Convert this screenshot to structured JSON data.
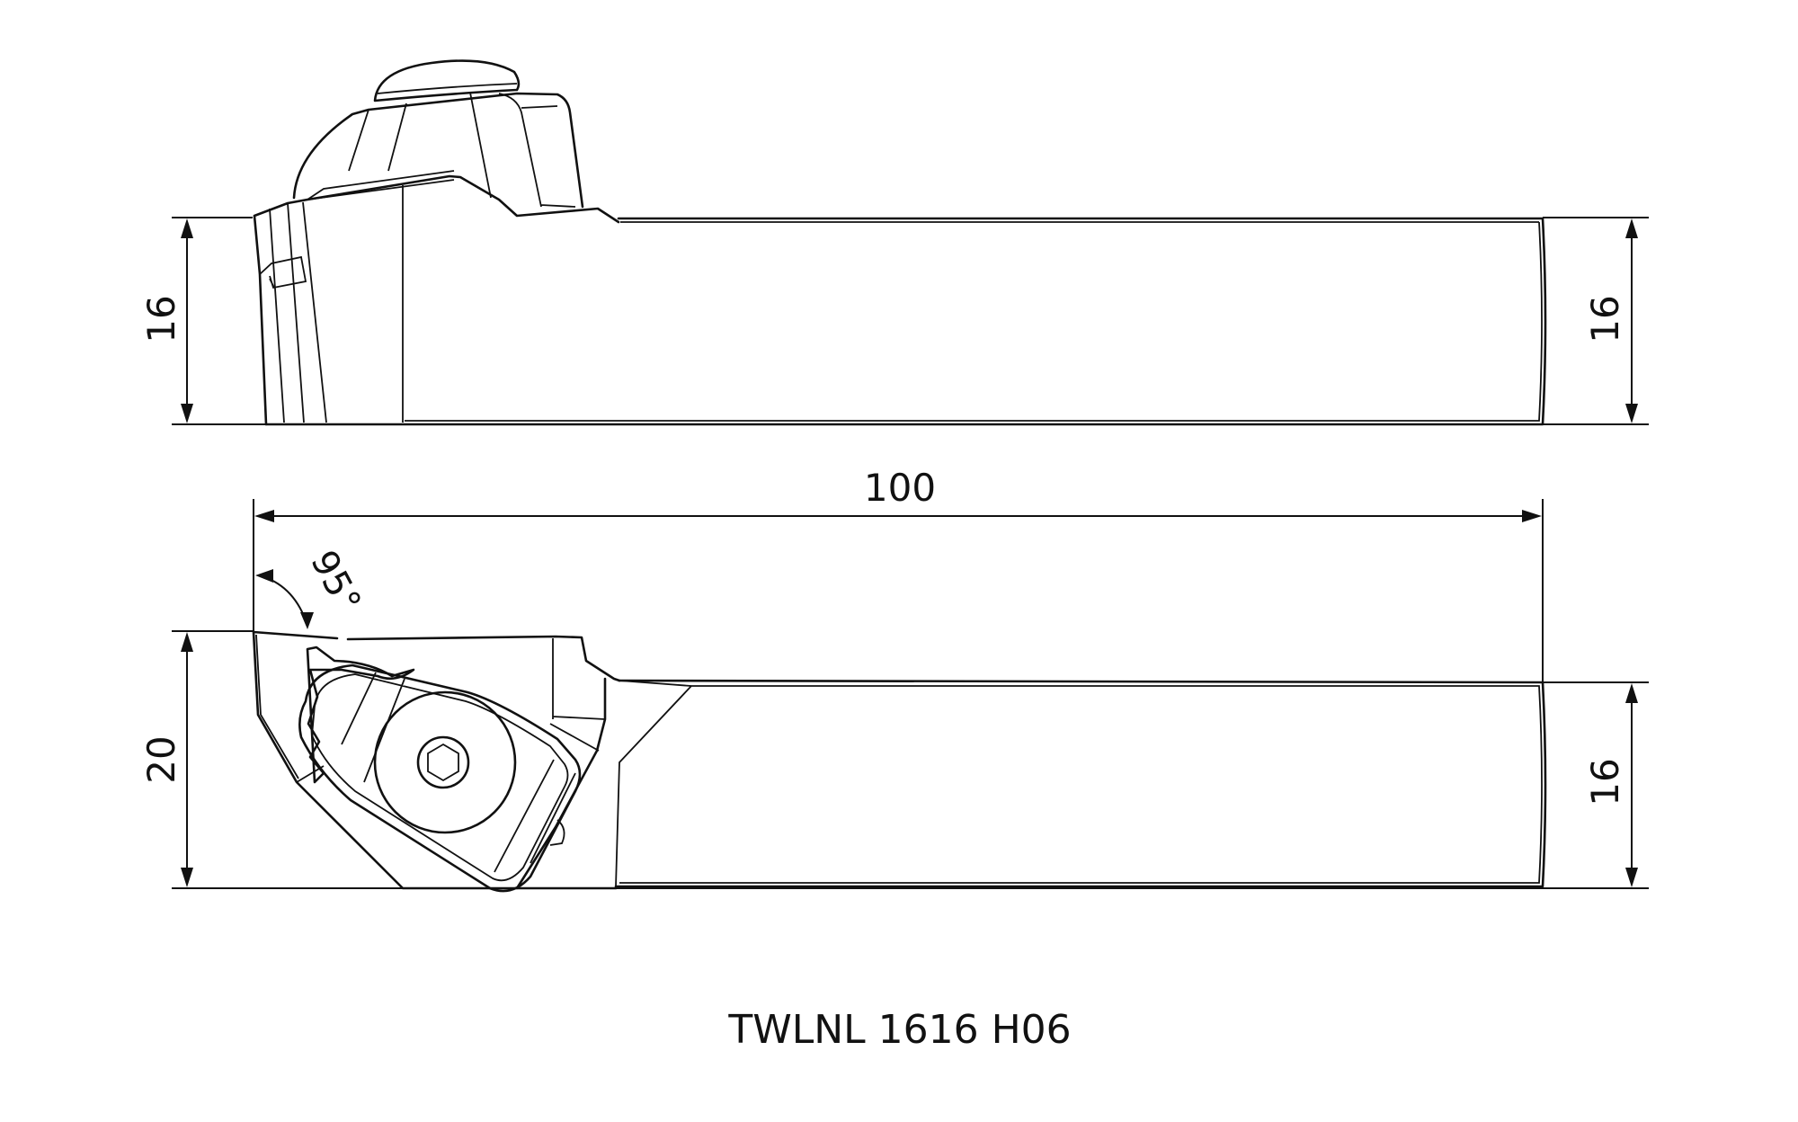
{
  "drawing": {
    "title": "TWLNL 1616 H06",
    "side_view": {
      "left_height": "16",
      "right_height": "16"
    },
    "top_view": {
      "overall_length": "100",
      "head_width": "20",
      "shank_width": "16",
      "approach_angle": "95°"
    }
  }
}
